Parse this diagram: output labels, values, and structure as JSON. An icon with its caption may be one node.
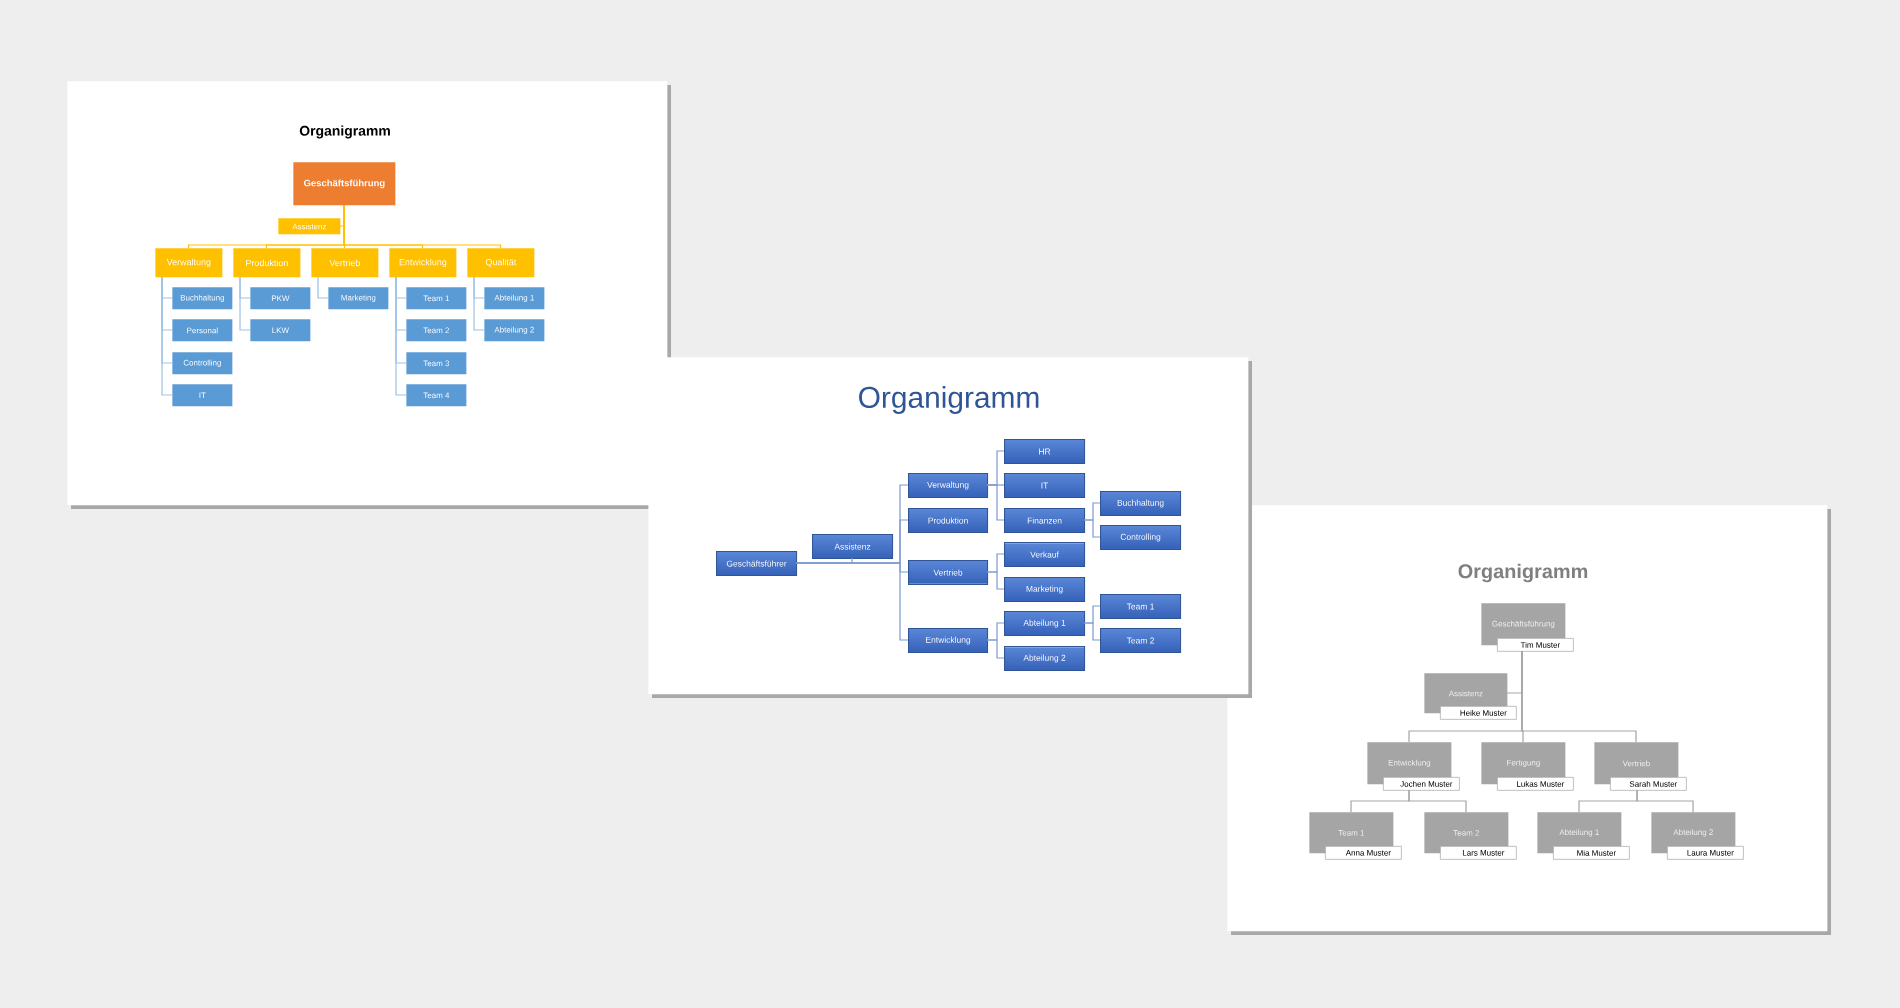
{
  "diagram": {
    "nodes": [
      {
        "text": [
          "Organigramm"
        ]
      },
      {
        "text": [
          "Geschäftsführung"
        ],
        "in": 0
      },
      {
        "text": [
          "Assistenz"
        ],
        "in": 0
      },
      {
        "text": [
          "Verwaltung"
        ],
        "in": 0
      },
      {
        "text": [
          "Produktion"
        ],
        "in": 0
      },
      {
        "text": [
          "Vertrieb"
        ],
        "in": 0
      },
      {
        "text": [
          "Entwicklung"
        ],
        "in": 0
      },
      {
        "text": [
          "Qualität"
        ],
        "in": 0
      },
      {
        "text": [
          "Buchhaltung"
        ],
        "in": 0
      },
      {
        "text": [
          "Personal"
        ],
        "in": 0
      },
      {
        "text": [
          "Controlling"
        ],
        "in": 0
      },
      {
        "text": [
          "IT"
        ],
        "in": 0
      },
      {
        "text": [
          "PKW"
        ],
        "in": 0
      },
      {
        "text": [
          "LKW"
        ],
        "in": 0
      },
      {
        "text": [
          "Marketing"
        ],
        "in": 0
      },
      {
        "text": [
          "Team 1"
        ],
        "in": 0
      },
      {
        "text": [
          "Team 2"
        ],
        "in": 0
      },
      {
        "text": [
          "Team 3"
        ],
        "in": 0
      },
      {
        "text": [
          "Team 4"
        ],
        "in": 0
      },
      {
        "text": [
          "Abteilung 1"
        ],
        "in": 0
      },
      {
        "text": [
          "Abteilung 2"
        ],
        "in": 0
      },
      {
        "text": [
          "Organigramm"
        ]
      },
      {
        "text": [
          "Geschäftsführer"
        ],
        "in": 21
      },
      {
        "text": [
          "Assistenz"
        ],
        "in": 21
      },
      {
        "text": [
          "Verwaltung"
        ],
        "in": 21
      },
      {
        "text": [
          "Produktion"
        ],
        "in": 21
      },
      {
        "text": [
          "Vertrieb"
        ],
        "in": 21
      },
      {
        "text": [
          "Entwicklung"
        ],
        "in": 21
      },
      {
        "text": [
          "HR"
        ],
        "in": 21
      },
      {
        "text": [
          "IT"
        ],
        "in": 21
      },
      {
        "text": [
          "Finanzen"
        ],
        "in": 21
      },
      {
        "text": [
          "Verkauf"
        ],
        "in": 21
      },
      {
        "text": [
          "Marketing"
        ],
        "in": 21
      },
      {
        "text": [
          "Abteilung 1"
        ],
        "in": 21
      },
      {
        "text": [
          "Abteilung 2"
        ],
        "in": 21
      },
      {
        "text": [
          "Buchhaltung"
        ],
        "in": 21
      },
      {
        "text": [
          "Controlling"
        ],
        "in": 21
      },
      {
        "text": [
          "Team 1"
        ],
        "in": 21
      },
      {
        "text": [
          "Team 2"
        ],
        "in": 21
      },
      {
        "text": [
          "Organigramm"
        ]
      },
      {
        "text": [
          "Geschäftsführung",
          "Tim Muster"
        ],
        "in": 39
      },
      {
        "text": [
          "Assistenz",
          "Heike Muster"
        ],
        "in": 39
      },
      {
        "text": [
          "Entwicklung",
          "Jochen Muster"
        ],
        "in": 39
      },
      {
        "text": [
          "Fertigung",
          "Lukas Muster"
        ],
        "in": 39
      },
      {
        "text": [
          "Vertrieb",
          "Sarah Muster"
        ],
        "in": 39
      },
      {
        "text": [
          "Team 1",
          "Anna Muster"
        ],
        "in": 39
      },
      {
        "text": [
          "Team 2",
          "Lars Muster"
        ],
        "in": 39
      },
      {
        "text": [
          "Abteilung 1",
          "Mia Muster"
        ],
        "in": 39
      },
      {
        "text": [
          "Abteilung 2",
          "Laura Muster"
        ],
        "in": 39
      }
    ],
    "edges": [
      {
        "from": 1,
        "to": 2,
        "arrow": "none",
        "color": "#ffc000"
      },
      {
        "from": 1,
        "to": 3,
        "arrow": "none",
        "color": "#ffc000"
      },
      {
        "from": 1,
        "to": 4,
        "arrow": "none",
        "color": "#ffc000"
      },
      {
        "from": 1,
        "to": 5,
        "arrow": "none",
        "color": "#ffc000"
      },
      {
        "from": 1,
        "to": 6,
        "arrow": "none",
        "color": "#ffc000"
      },
      {
        "from": 1,
        "to": 7,
        "arrow": "none",
        "color": "#ffc000"
      },
      {
        "from": 3,
        "to": 8,
        "arrow": "none",
        "color": "#9dc3e6"
      },
      {
        "from": 3,
        "to": 9,
        "arrow": "none",
        "color": "#9dc3e6"
      },
      {
        "from": 3,
        "to": 10,
        "arrow": "none",
        "color": "#9dc3e6"
      },
      {
        "from": 3,
        "to": 11,
        "arrow": "none",
        "color": "#9dc3e6"
      },
      {
        "from": 4,
        "to": 12,
        "arrow": "none",
        "color": "#9dc3e6"
      },
      {
        "from": 4,
        "to": 13,
        "arrow": "none",
        "color": "#9dc3e6"
      },
      {
        "from": 5,
        "to": 14,
        "arrow": "none",
        "color": "#9dc3e6"
      },
      {
        "from": 6,
        "to": 15,
        "arrow": "none",
        "color": "#9dc3e6"
      },
      {
        "from": 6,
        "to": 16,
        "arrow": "none",
        "color": "#9dc3e6"
      },
      {
        "from": 6,
        "to": 17,
        "arrow": "none",
        "color": "#9dc3e6"
      },
      {
        "from": 6,
        "to": 18,
        "arrow": "none",
        "color": "#9dc3e6"
      },
      {
        "from": 7,
        "to": 19,
        "arrow": "none",
        "color": "#9dc3e6"
      },
      {
        "from": 7,
        "to": 20,
        "arrow": "none",
        "color": "#9dc3e6"
      },
      {
        "from": 22,
        "to": 23,
        "arrow": "none",
        "color": "#7f9bd0"
      },
      {
        "from": 22,
        "to": 24,
        "arrow": "none",
        "color": "#7f9bd0"
      },
      {
        "from": 22,
        "to": 25,
        "arrow": "none",
        "color": "#7f9bd0"
      },
      {
        "from": 22,
        "to": 26,
        "arrow": "none",
        "color": "#7f9bd0"
      },
      {
        "from": 22,
        "to": 27,
        "arrow": "none",
        "color": "#7f9bd0"
      },
      {
        "from": 24,
        "to": 28,
        "arrow": "none",
        "color": "#7f9bd0"
      },
      {
        "from": 24,
        "to": 29,
        "arrow": "none",
        "color": "#7f9bd0"
      },
      {
        "from": 24,
        "to": 30,
        "arrow": "none",
        "color": "#7f9bd0"
      },
      {
        "from": 26,
        "to": 31,
        "arrow": "none",
        "color": "#7f9bd0"
      },
      {
        "from": 26,
        "to": 32,
        "arrow": "none",
        "color": "#7f9bd0"
      },
      {
        "from": 27,
        "to": 33,
        "arrow": "none",
        "color": "#7f9bd0"
      },
      {
        "from": 27,
        "to": 34,
        "arrow": "none",
        "color": "#7f9bd0"
      },
      {
        "from": 30,
        "to": 35,
        "arrow": "none",
        "color": "#7f9bd0"
      },
      {
        "from": 30,
        "to": 36,
        "arrow": "none",
        "color": "#7f9bd0"
      },
      {
        "from": 33,
        "to": 37,
        "arrow": "none",
        "color": "#7f9bd0"
      },
      {
        "from": 33,
        "to": 38,
        "arrow": "none",
        "color": "#7f9bd0"
      },
      {
        "from": 40,
        "to": 41,
        "arrow": "none",
        "color": "#a6a6a6"
      },
      {
        "from": 40,
        "to": 42,
        "arrow": "none",
        "color": "#a6a6a6"
      },
      {
        "from": 40,
        "to": 43,
        "arrow": "none",
        "color": "#a6a6a6"
      },
      {
        "from": 40,
        "to": 44,
        "arrow": "none",
        "color": "#a6a6a6"
      },
      {
        "from": 42,
        "to": 45,
        "arrow": "none",
        "color": "#a6a6a6"
      },
      {
        "from": 42,
        "to": 46,
        "arrow": "none",
        "color": "#a6a6a6"
      },
      {
        "from": 44,
        "to": 47,
        "arrow": "none",
        "color": "#a6a6a6"
      },
      {
        "from": 44,
        "to": 48,
        "arrow": "none",
        "color": "#a6a6a6"
      }
    ]
  }
}
